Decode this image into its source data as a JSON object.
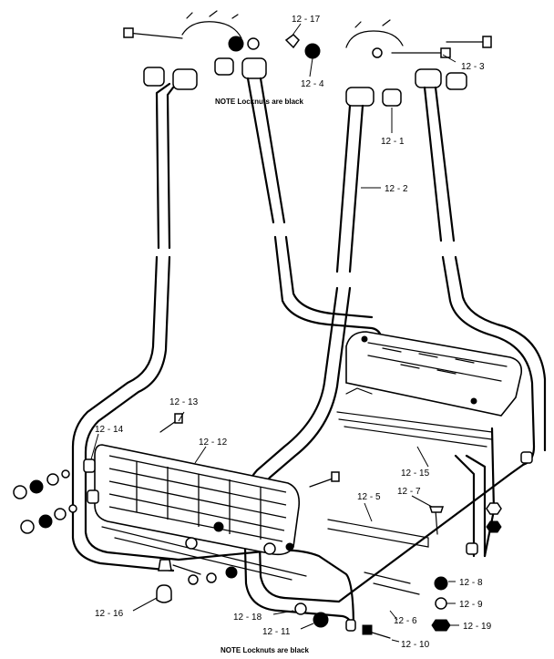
{
  "diagram": {
    "notes": [
      {
        "id": "note-top",
        "text": "NOTE  Locknuts are black"
      },
      {
        "id": "note-bottom",
        "text": "NOTE  Locknuts are black"
      }
    ],
    "labels": {
      "p12_1": "12 - 1",
      "p12_2": "12 - 2",
      "p12_3": "12 - 3",
      "p12_4": "12 - 4",
      "p12_5": "12 - 5",
      "p12_6": "12 - 6",
      "p12_7": "12 - 7",
      "p12_8": "12 - 8",
      "p12_9": "12 - 9",
      "p12_10": "12 - 10",
      "p12_11": "12 - 11",
      "p12_12": "12 - 12",
      "p12_13": "12 - 13",
      "p12_14": "12 - 14",
      "p12_15": "12 - 15",
      "p12_16": "12 - 16",
      "p12_17": "12 - 17",
      "p12_18": "12 - 18",
      "p12_19": "12 - 19"
    },
    "colors": {
      "ink": "#000000",
      "paper": "#ffffff"
    }
  }
}
